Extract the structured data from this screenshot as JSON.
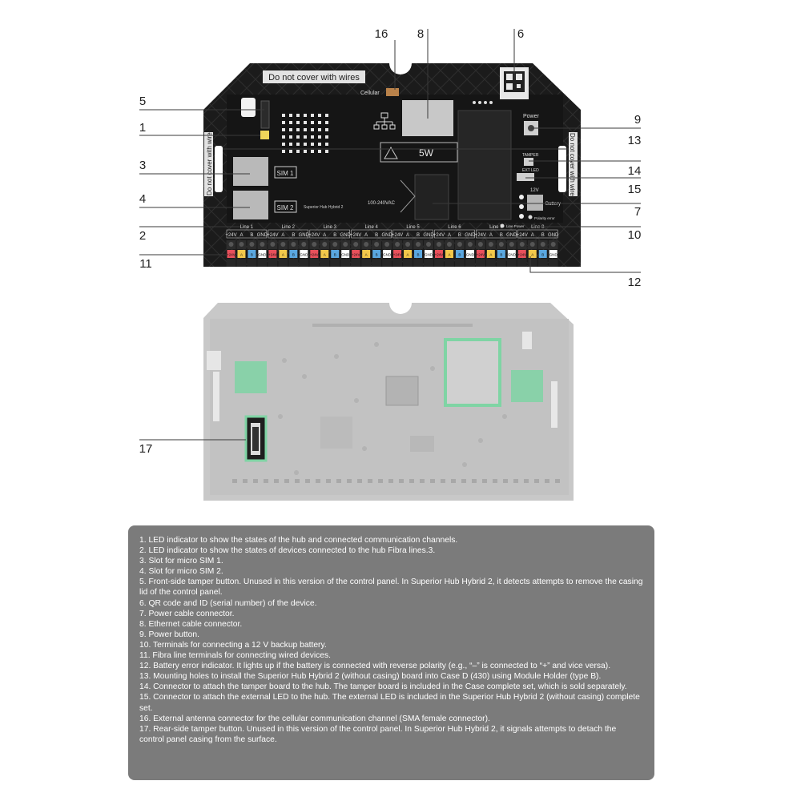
{
  "board": {
    "top_label": "Do not cover with wires",
    "left_label": "Do not cover with wires",
    "right_label": "Do not cover with wires",
    "cellular_label": "Cellular",
    "sim1_label": "SIM 1",
    "sim2_label": "SIM 2",
    "board_name": "Superior Hub Hybrid 2",
    "power_rating": "5W",
    "voltage_label": "100-240VAC",
    "power_button_label": "Power",
    "tamper_label": "TAMPER",
    "ext_led_label": "EXT LED",
    "battery_voltage": "12V",
    "battery_label": "Battery",
    "polarity_label": "Polarity error",
    "line_power_label": "Line Power",
    "line_labels": [
      "Line 1",
      "Line 2",
      "Line 3",
      "Line 4",
      "Line 5",
      "Line 6",
      "Line 7",
      "Line 8"
    ],
    "terminal_labels": [
      "+24V",
      "A",
      "B",
      "GND"
    ]
  },
  "callouts": {
    "c1": "1",
    "c2": "2",
    "c3": "3",
    "c4": "4",
    "c5": "5",
    "c6": "6",
    "c7": "7",
    "c8": "8",
    "c9": "9",
    "c10": "10",
    "c11": "11",
    "c12": "12",
    "c13": "13",
    "c14": "14",
    "c15": "15",
    "c16": "16",
    "c17": "17"
  },
  "colors": {
    "board_dark": "#1b1b1b",
    "rear_board": "#c8c8c8",
    "highlight_green": "#7fd4a4",
    "terminal_red": "#e8505b",
    "terminal_yellow": "#f2c84b",
    "terminal_blue": "#5aa7e0",
    "legend_bg": "#7b7b7b"
  },
  "legend": [
    "1. LED indicator to show the states of the hub and connected communication channels.",
    "2. LED indicator to show the states of devices connected to the hub Fibra lines.3.",
    "3. Slot for micro SIM 1.",
    "4. Slot for micro SIM 2.",
    "5. Front-side tamper button. Unused in this version of the control panel. In Superior Hub Hybrid 2, it detects attempts to remove the casing lid of the control panel.",
    "6. QR code and ID (serial number) of the device.",
    "7. Power cable connector.",
    "8. Ethernet cable connector.",
    "9. Power button.",
    "10. Terminals for connecting a 12 V backup battery.",
    "11. Fibra line terminals for connecting wired devices.",
    "12. Battery error indicator. It lights up if the battery is connected with reverse polarity (e.g., “–” is connected to “+” and vice versa).",
    "13. Mounting holes to install the Superior Hub Hybrid 2 (without casing) board into Case D (430) using Module Holder (type B).",
    "14. Connector to attach the tamper board to the hub. The tamper board is included in the Case complete set, which is sold separately.",
    "15. Connector to attach the external LED to the hub. The external LED is included in the Superior Hub Hybrid 2 (without casing) complete set.",
    "16. External antenna connector for the cellular communication channel (SMA female connector).",
    "17. Rear-side tamper button. Unused in this version of the control panel. In Superior Hub Hybrid 2, it signals attempts to detach the control panel casing from the surface."
  ]
}
